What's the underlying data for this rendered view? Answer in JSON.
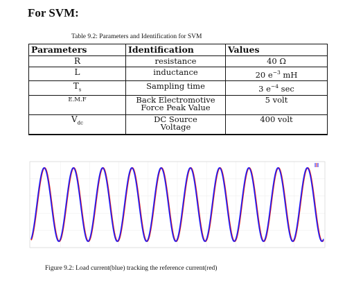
{
  "heading": "For SVM:",
  "table": {
    "caption": "Table 9.2: Parameters and Identification for SVM",
    "headers": [
      "Parameters",
      "Identification",
      "Values"
    ],
    "rows": [
      {
        "param": "R",
        "ident": "resistance",
        "value": "40 Ω"
      },
      {
        "param": "L",
        "ident": "inductance",
        "value_main": "20 e",
        "value_exp": "−3",
        "value_unit": " mH"
      },
      {
        "param_main": "T",
        "param_sub": "s",
        "ident": "Sampling time",
        "value_main": "3 e",
        "value_exp": "−4",
        "value_unit": " sec"
      },
      {
        "param": "E.M.F",
        "ident_line1": "Back Electromotive",
        "ident_line2": "Force Peak Value",
        "value": "5 volt"
      },
      {
        "param_main": "V",
        "param_sub": "dc",
        "ident_line1": "DC Source",
        "ident_line2": "Voltage",
        "value": "400 volt"
      }
    ]
  },
  "figure": {
    "caption": "Figure 9.2: Load current(blue) tracking the reference current(red)"
  },
  "chart_data": {
    "type": "line",
    "title": "",
    "xlabel": "",
    "ylabel": "",
    "grid": true,
    "legend": "top-right",
    "cycles": 10,
    "series": [
      {
        "color": "#1a1aff",
        "amplitude": 1.0,
        "phase_deg": 0
      },
      {
        "color": "#e0201a",
        "amplitude": 1.0,
        "phase_deg": 6
      }
    ]
  }
}
